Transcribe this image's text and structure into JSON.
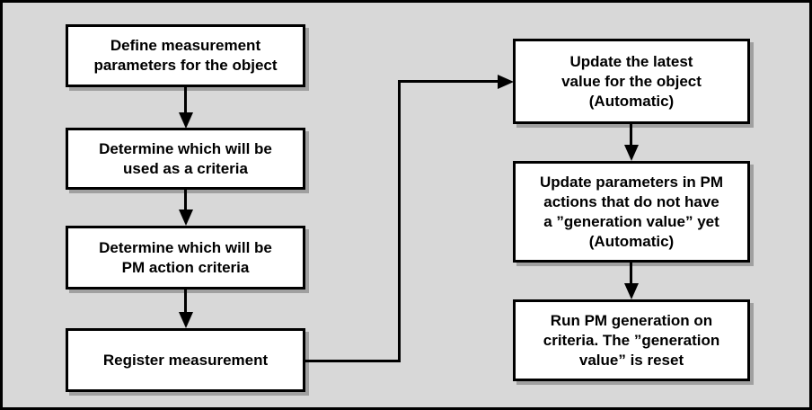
{
  "diagram": {
    "type": "flowchart",
    "colors": {
      "background": "#d8d8d8",
      "node_fill": "#ffffff",
      "node_border": "#000000",
      "node_shadow": "#a0a0a0",
      "arrow": "#000000",
      "text": "#000000"
    },
    "nodes": [
      {
        "id": "define-measurement-parameters",
        "text": "Define measurement\nparameters for the object"
      },
      {
        "id": "determine-usage-criteria",
        "text": "Determine which will be\nused as a criteria"
      },
      {
        "id": "determine-pm-action-criteria",
        "text": "Determine which will be\nPM action criteria"
      },
      {
        "id": "register-measurement",
        "text": "Register measurement"
      },
      {
        "id": "update-latest-value",
        "text": "Update the latest\nvalue for the object\n(Automatic)"
      },
      {
        "id": "update-pm-parameters",
        "text": "Update parameters in PM\nactions that do not have\na ”generation value” yet\n(Automatic)"
      },
      {
        "id": "run-pm-generation",
        "text": "Run PM generation on\ncriteria. The ”generation\nvalue” is reset"
      }
    ],
    "edges": [
      {
        "from": "define-measurement-parameters",
        "to": "determine-usage-criteria"
      },
      {
        "from": "determine-usage-criteria",
        "to": "determine-pm-action-criteria"
      },
      {
        "from": "determine-pm-action-criteria",
        "to": "register-measurement"
      },
      {
        "from": "register-measurement",
        "to": "update-latest-value"
      },
      {
        "from": "update-latest-value",
        "to": "update-pm-parameters"
      },
      {
        "from": "update-pm-parameters",
        "to": "run-pm-generation"
      }
    ]
  }
}
